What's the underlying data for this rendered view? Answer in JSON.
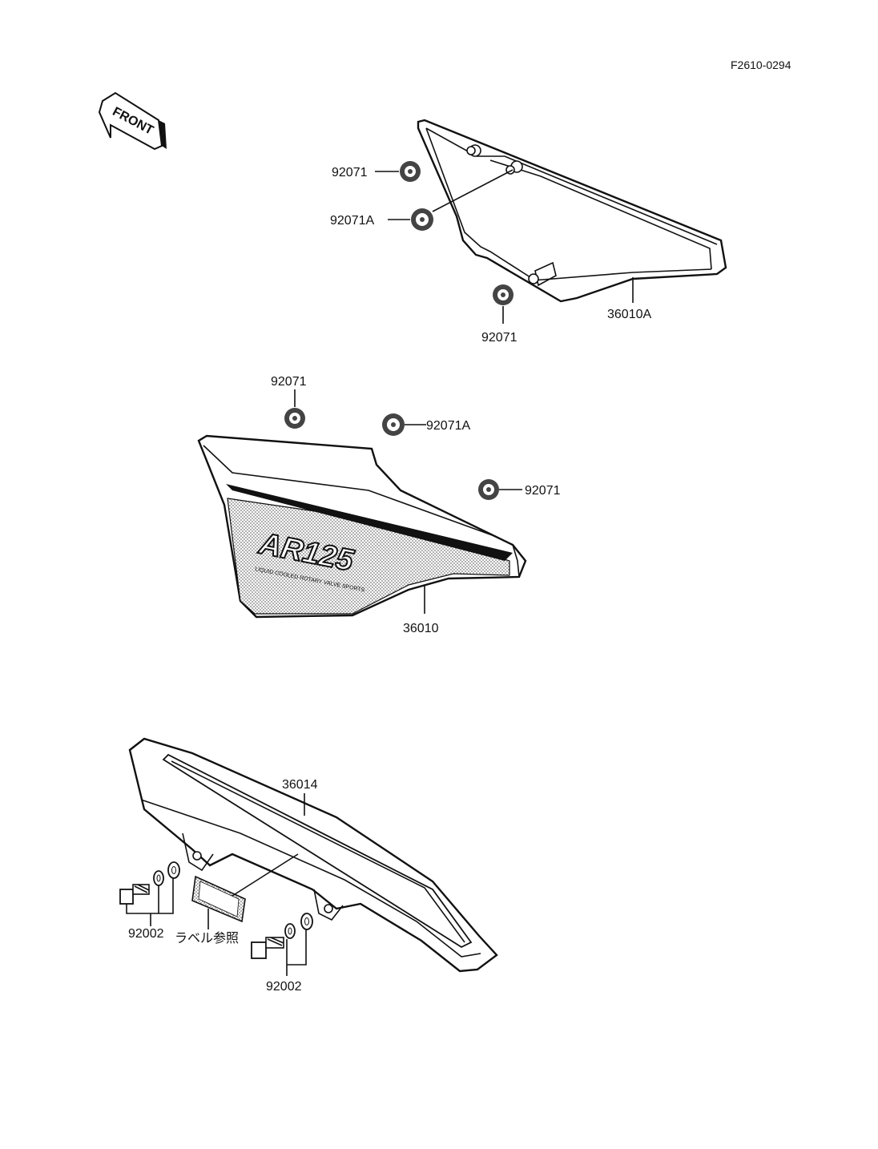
{
  "diagram_code": "F2610-0294",
  "front_arrow_label": "FRONT",
  "part_numbers": {
    "grommet_top_left": "92071",
    "grommet_a_top": "92071A",
    "grommet_top_bottom": "92071",
    "cover_inner": "36010A",
    "grommet_mid_left": "92071",
    "grommet_a_mid": "92071A",
    "grommet_mid_right": "92071",
    "cover_outer": "36010",
    "chain_guard": "36014",
    "bolt_left": "92002",
    "bolt_right": "92002",
    "label_ref": "ラベル参照"
  },
  "decal": {
    "model": "AR125",
    "tagline": "LIQUID COOLED ROTARY VALVE SPORTS"
  },
  "colors": {
    "ink": "#111111",
    "screen_tone": "#9a9a9a"
  }
}
